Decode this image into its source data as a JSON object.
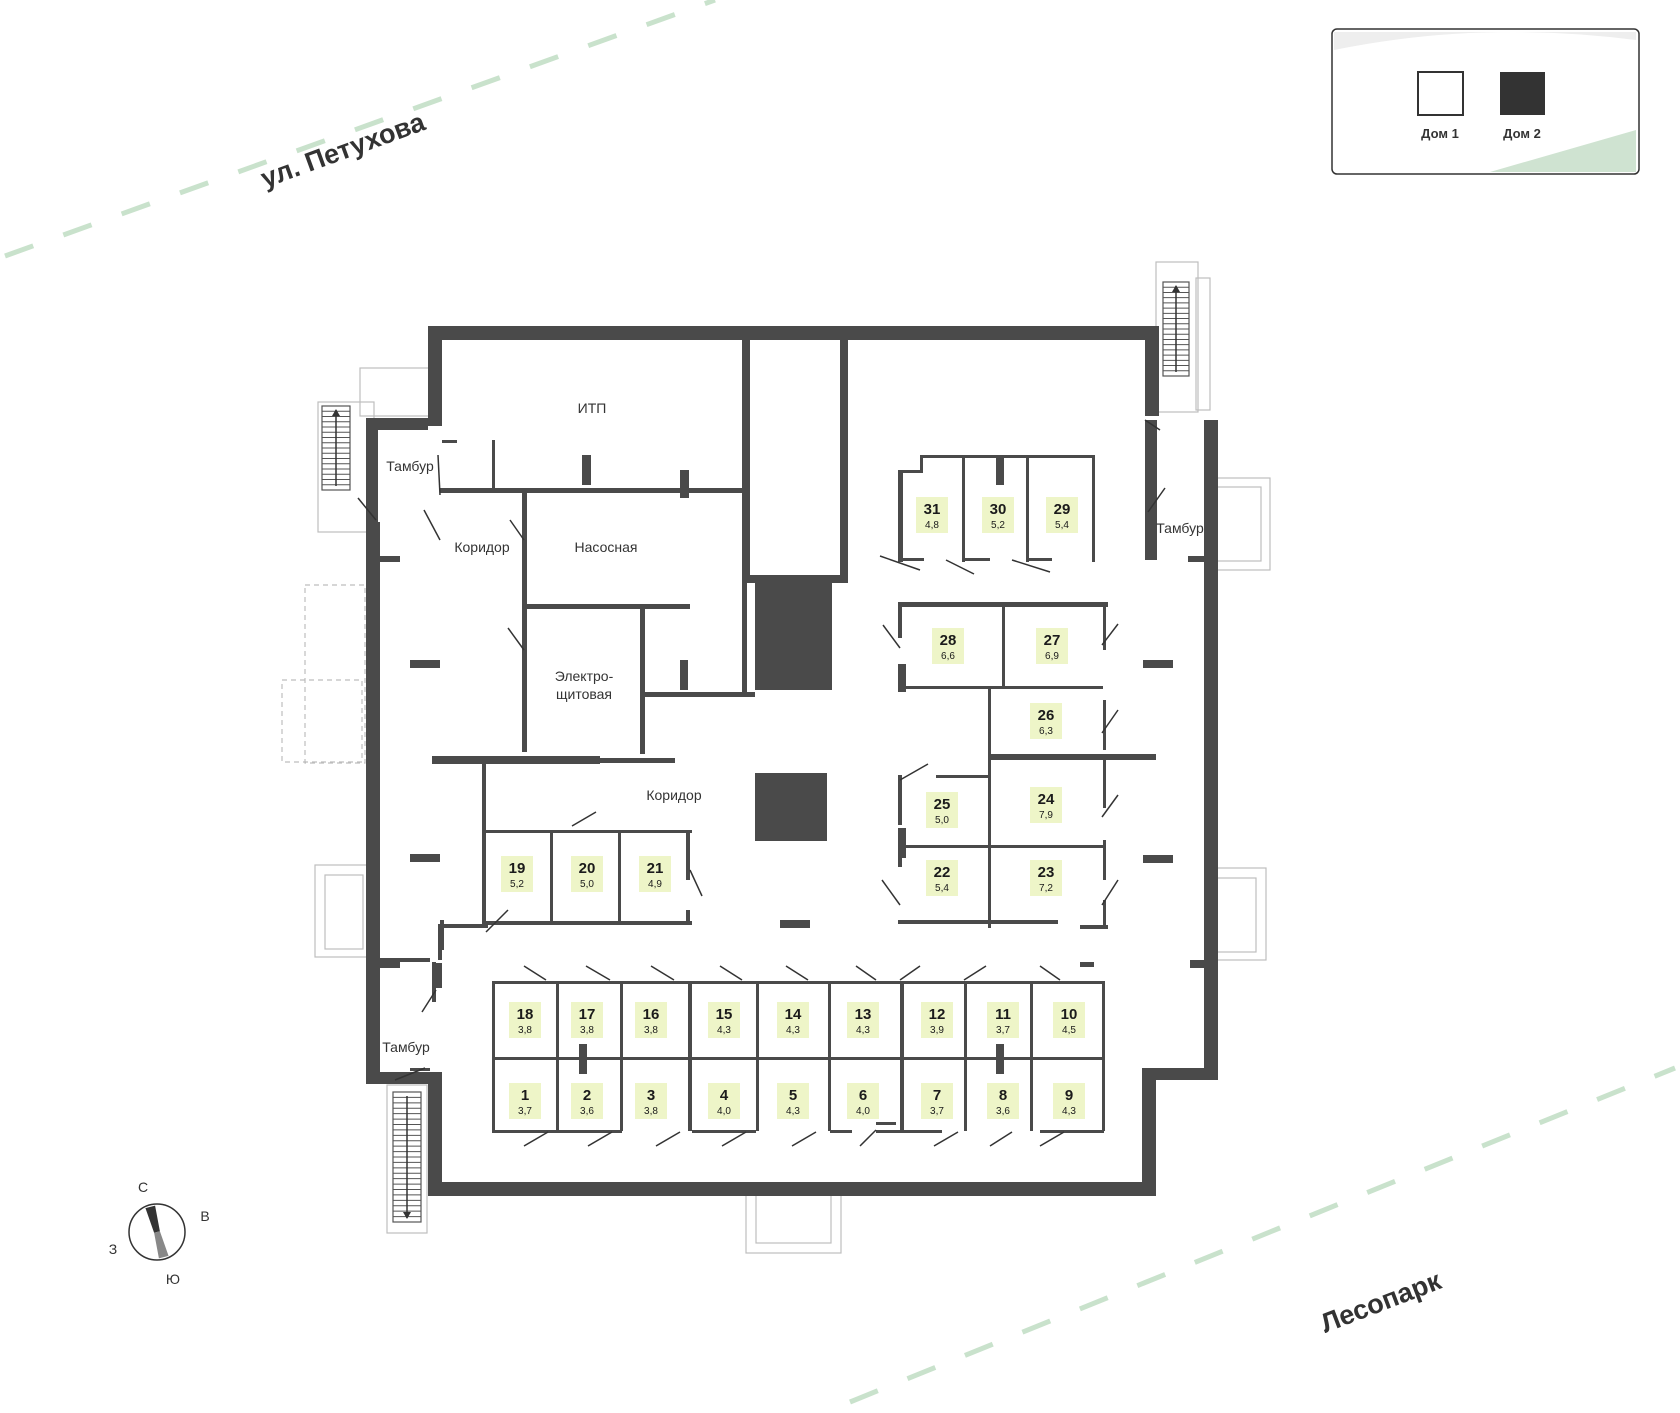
{
  "streets": {
    "north": "ул. Петухова",
    "south": "Лесопарк"
  },
  "legend": {
    "items": [
      {
        "label": "Дом 1",
        "color": "#ffffff"
      },
      {
        "label": "Дом 2",
        "color": "#333333"
      }
    ]
  },
  "compass": {
    "n": "С",
    "e": "В",
    "s": "Ю",
    "w": "З"
  },
  "rooms": {
    "itp": "ИТП",
    "pump": "Насосная",
    "elec_1": "Электро-",
    "elec_2": "щитовая",
    "corridor_upper": "Коридор",
    "corridor_center": "Коридор",
    "vestibule_nw": "Тамбур",
    "vestibule_ne": "Тамбур",
    "vestibule_sw": "Тамбур"
  },
  "storage": [
    {
      "num": "1",
      "area": "3,7"
    },
    {
      "num": "2",
      "area": "3,6"
    },
    {
      "num": "3",
      "area": "3,8"
    },
    {
      "num": "4",
      "area": "4,0"
    },
    {
      "num": "5",
      "area": "4,3"
    },
    {
      "num": "6",
      "area": "4,0"
    },
    {
      "num": "7",
      "area": "3,7"
    },
    {
      "num": "8",
      "area": "3,6"
    },
    {
      "num": "9",
      "area": "4,3"
    },
    {
      "num": "10",
      "area": "4,5"
    },
    {
      "num": "11",
      "area": "3,7"
    },
    {
      "num": "12",
      "area": "3,9"
    },
    {
      "num": "13",
      "area": "4,3"
    },
    {
      "num": "14",
      "area": "4,3"
    },
    {
      "num": "15",
      "area": "4,3"
    },
    {
      "num": "16",
      "area": "3,8"
    },
    {
      "num": "17",
      "area": "3,8"
    },
    {
      "num": "18",
      "area": "3,8"
    },
    {
      "num": "19",
      "area": "5,2"
    },
    {
      "num": "20",
      "area": "5,0"
    },
    {
      "num": "21",
      "area": "4,9"
    },
    {
      "num": "22",
      "area": "5,4"
    },
    {
      "num": "23",
      "area": "7,2"
    },
    {
      "num": "24",
      "area": "7,9"
    },
    {
      "num": "25",
      "area": "5,0"
    },
    {
      "num": "26",
      "area": "6,3"
    },
    {
      "num": "27",
      "area": "6,9"
    },
    {
      "num": "28",
      "area": "6,6"
    },
    {
      "num": "29",
      "area": "5,4"
    },
    {
      "num": "30",
      "area": "5,2"
    },
    {
      "num": "31",
      "area": "4,8"
    }
  ],
  "colors": {
    "wall": "#4a4a4a",
    "storage_fill": "#eef5c8",
    "path_dash": "#c9e2cc"
  }
}
